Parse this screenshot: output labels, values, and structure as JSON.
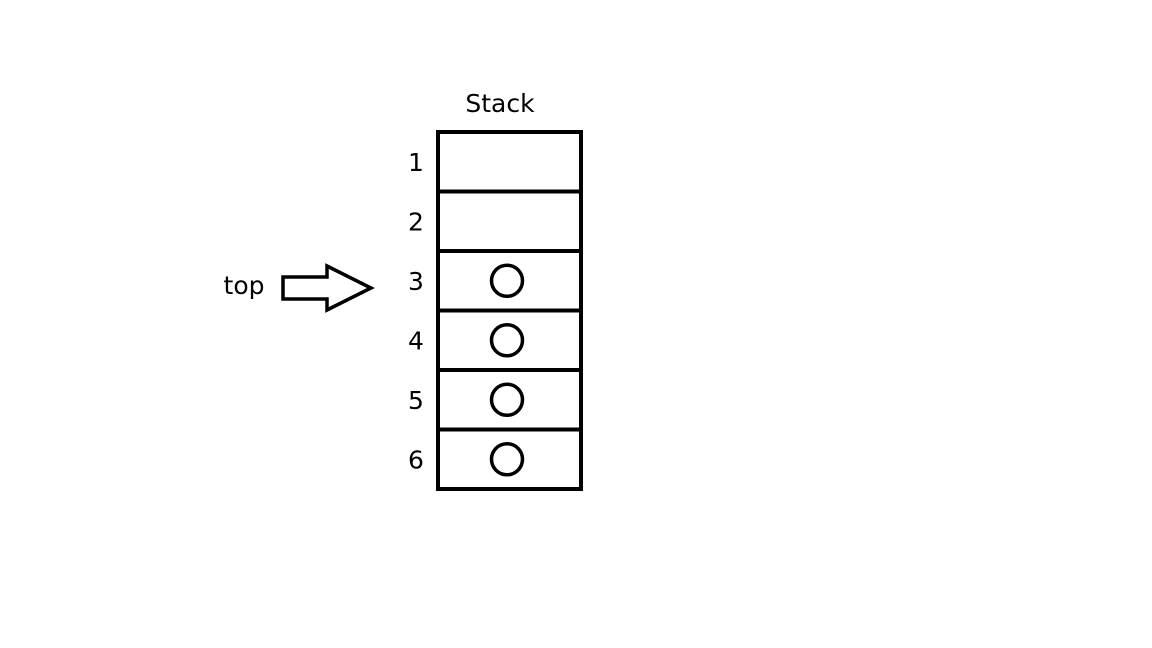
{
  "title": "Stack",
  "pointer": {
    "label": "top",
    "target_slot": 3
  },
  "slots": [
    {
      "index": "1",
      "occupied": false
    },
    {
      "index": "2",
      "occupied": false
    },
    {
      "index": "3",
      "occupied": true
    },
    {
      "index": "4",
      "occupied": true
    },
    {
      "index": "5",
      "occupied": true
    },
    {
      "index": "6",
      "occupied": true
    }
  ],
  "colors": {
    "stroke": "#000000",
    "background": "#ffffff"
  }
}
